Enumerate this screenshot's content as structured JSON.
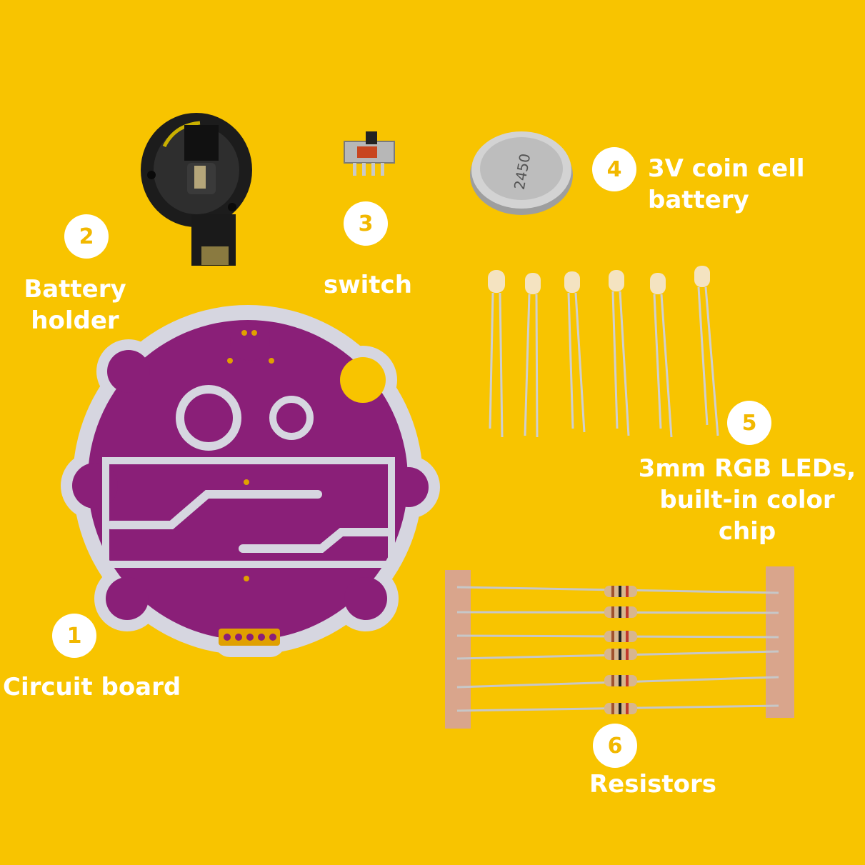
{
  "colors": {
    "background": "#f8c400",
    "board_purple": "#8a1f78",
    "board_silver": "#d6d6e0",
    "label_white": "#ffffff",
    "badge_number": "#f2b800"
  },
  "components": [
    {
      "number": "1",
      "label_lines": [
        "Circuit board"
      ]
    },
    {
      "number": "2",
      "label_lines": [
        "Battery",
        "holder"
      ]
    },
    {
      "number": "3",
      "label_lines": [
        "switch"
      ]
    },
    {
      "number": "4",
      "label_lines": [
        "3V coin cell",
        "battery"
      ]
    },
    {
      "number": "5",
      "label_lines": [
        "3mm RGB LEDs,",
        "built-in color",
        "chip"
      ]
    },
    {
      "number": "6",
      "label_lines": [
        "Resistors"
      ]
    }
  ],
  "battery_print": "2450"
}
